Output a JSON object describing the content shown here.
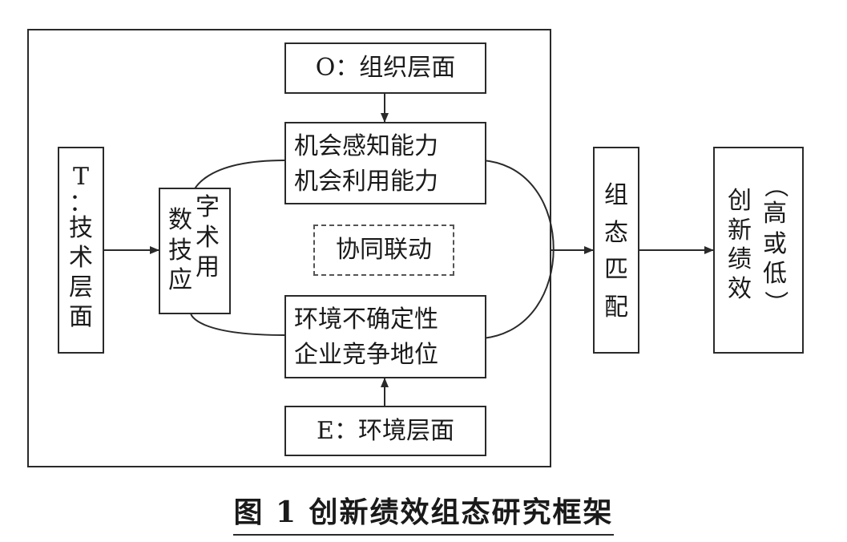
{
  "org_box": "O：组织层面",
  "capability": {
    "line1": "机会感知能力",
    "line2": "机会利用能力"
  },
  "synergy": "协同联动",
  "environment": {
    "line1": "环境不确定性",
    "line2": "企业竞争地位"
  },
  "env_box": "E：环境层面",
  "tech_box": {
    "col": [
      "T",
      "：",
      "技",
      "术",
      "层",
      "面"
    ]
  },
  "digital": {
    "col1": [
      "数",
      "技",
      "应"
    ],
    "col2": [
      "字",
      "术",
      "用"
    ]
  },
  "config": {
    "col": [
      "组",
      "态",
      "匹",
      "配"
    ]
  },
  "performance": {
    "col1": [
      "创",
      "新",
      "绩",
      "效"
    ],
    "col2": [
      "（",
      "高",
      "或",
      "低",
      "）"
    ]
  },
  "caption": "图 1  创新绩效组态研究框架"
}
